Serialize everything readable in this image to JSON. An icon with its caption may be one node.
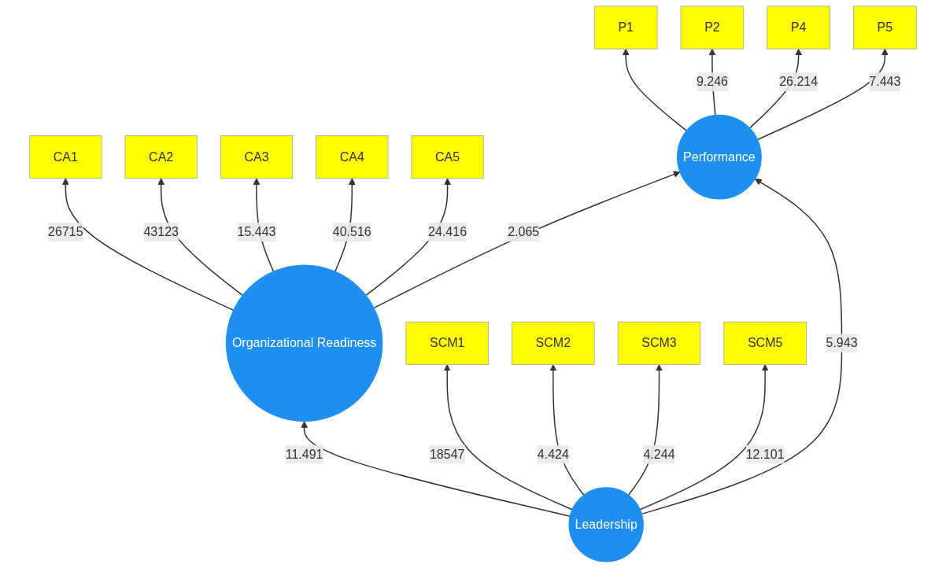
{
  "diagram": {
    "nodes": [
      {
        "text": [
          "CA1"
        ]
      },
      {
        "text": [
          "CA2"
        ]
      },
      {
        "text": [
          "CA3"
        ]
      },
      {
        "text": [
          "CA4"
        ]
      },
      {
        "text": [
          "CA5"
        ]
      },
      {
        "text": [
          "Organizational Readiness"
        ]
      },
      {
        "text": [
          "SCM1"
        ]
      },
      {
        "text": [
          "SCM2"
        ]
      },
      {
        "text": [
          "SCM3"
        ]
      },
      {
        "text": [
          "SCM5"
        ]
      },
      {
        "text": [
          "Leadership"
        ]
      },
      {
        "text": [
          "Performance"
        ]
      },
      {
        "text": [
          "P1"
        ]
      },
      {
        "text": [
          "P2"
        ]
      },
      {
        "text": [
          "P4"
        ]
      },
      {
        "text": [
          "P5"
        ]
      }
    ],
    "edges": [
      {
        "from": 5,
        "to": 0,
        "arrow": "to",
        "label": "26715"
      },
      {
        "from": 5,
        "to": 1,
        "arrow": "to",
        "label": "43123"
      },
      {
        "from": 5,
        "to": 2,
        "arrow": "to",
        "label": "15.443"
      },
      {
        "from": 5,
        "to": 3,
        "arrow": "to",
        "label": "40.516"
      },
      {
        "from": 5,
        "to": 4,
        "arrow": "to",
        "label": "24.416"
      },
      {
        "from": 10,
        "to": 5,
        "arrow": "to",
        "label": "11.491"
      },
      {
        "from": 5,
        "to": 11,
        "arrow": "to",
        "label": "2.065"
      },
      {
        "from": 10,
        "to": 11,
        "arrow": "to",
        "label": "5.943"
      },
      {
        "from": 10,
        "to": 6,
        "arrow": "to",
        "label": "18547"
      },
      {
        "from": 10,
        "to": 7,
        "arrow": "to",
        "label": "4.424"
      },
      {
        "from": 10,
        "to": 8,
        "arrow": "to",
        "label": "4.244"
      },
      {
        "from": 10,
        "to": 9,
        "arrow": "to",
        "label": "12.101"
      },
      {
        "from": 11,
        "to": 12,
        "arrow": "to"
      },
      {
        "from": 11,
        "to": 13,
        "arrow": "to",
        "label": "9.246"
      },
      {
        "from": 11,
        "to": 14,
        "arrow": "to",
        "label": "26.214"
      },
      {
        "from": 11,
        "to": 15,
        "arrow": "to",
        "label": "7.443"
      }
    ]
  }
}
